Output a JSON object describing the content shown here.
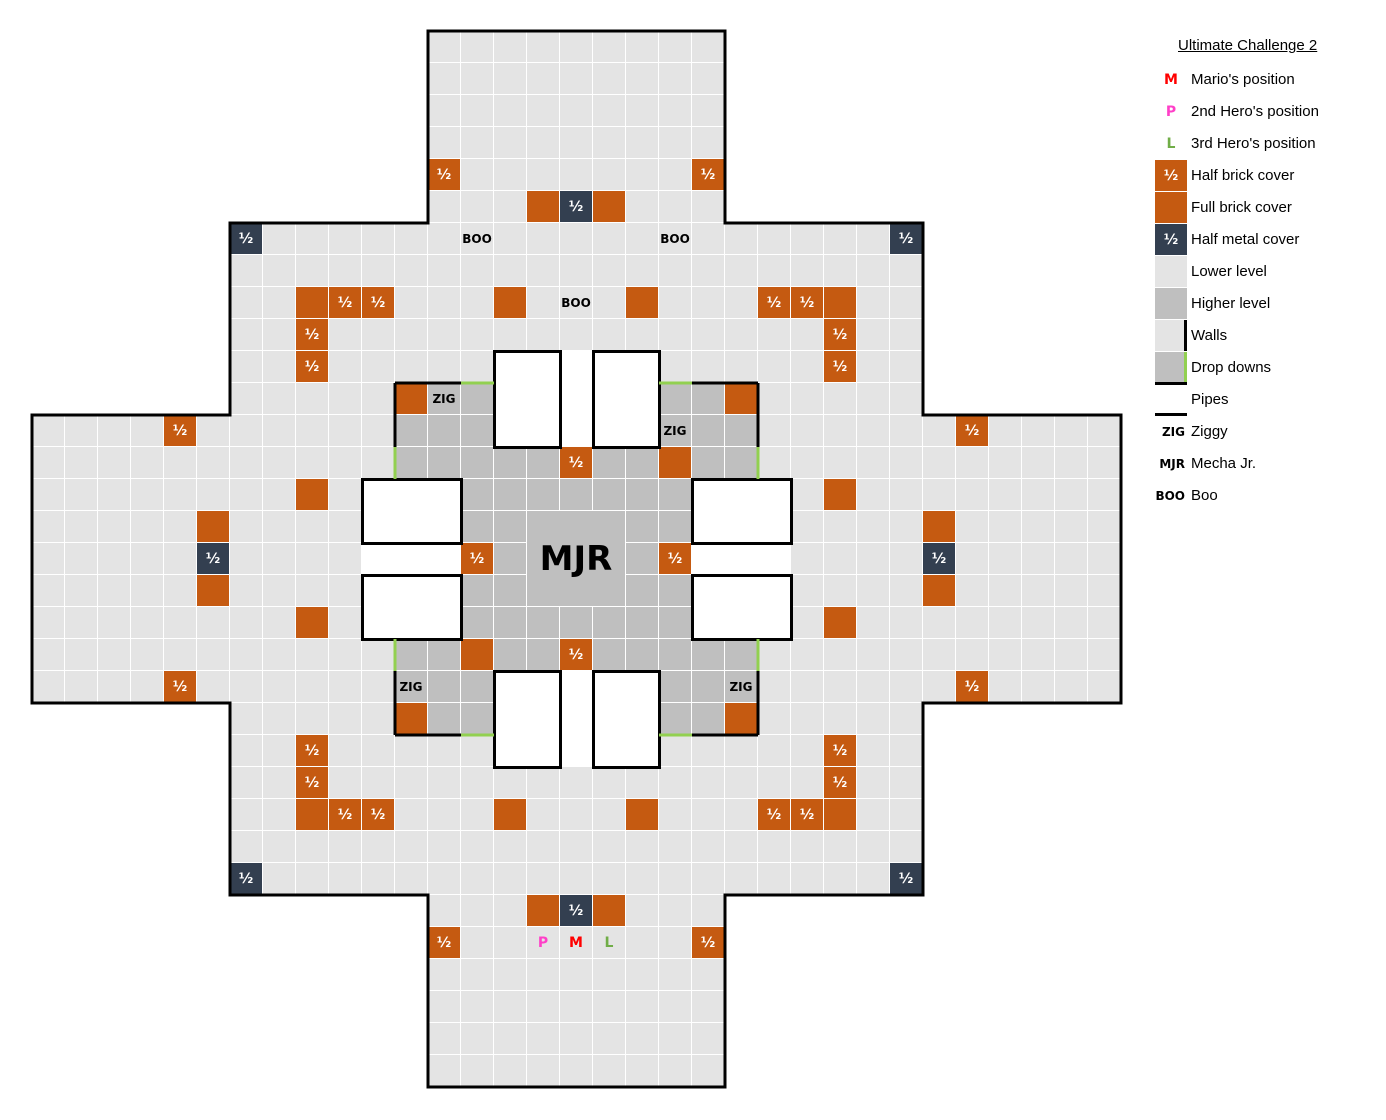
{
  "legend": {
    "title": "Ultimate Challenge 2",
    "items": [
      {
        "symbol": "M",
        "label": "Mario's position",
        "kind": "mario"
      },
      {
        "symbol": "P",
        "label": "2nd Hero's position",
        "kind": "hero2"
      },
      {
        "symbol": "L",
        "label": "3rd Hero's position",
        "kind": "hero3"
      },
      {
        "symbol": "½",
        "label": "Half brick cover",
        "kind": "half_brick"
      },
      {
        "symbol": "",
        "label": "Full brick cover",
        "kind": "full_brick"
      },
      {
        "symbol": "½",
        "label": "Half metal cover",
        "kind": "half_metal"
      },
      {
        "symbol": "",
        "label": "Lower level",
        "kind": "lower"
      },
      {
        "symbol": "",
        "label": "Higher level",
        "kind": "higher"
      },
      {
        "symbol": "",
        "label": "Walls",
        "kind": "wall"
      },
      {
        "symbol": "",
        "label": "Drop downs",
        "kind": "dropdown"
      },
      {
        "symbol": "",
        "label": "Pipes",
        "kind": "pipe"
      },
      {
        "symbol": "ZIG",
        "label": "Ziggy",
        "kind": "text"
      },
      {
        "symbol": "MJR",
        "label": "Mecha Jr.",
        "kind": "text"
      },
      {
        "symbol": "BOO",
        "label": "Boo",
        "kind": "text"
      }
    ]
  },
  "colors": {
    "lower": "#e4e4e4",
    "higher": "#bfbfbf",
    "brick": "#c55a11",
    "metal": "#333f50",
    "wall": "#000000",
    "dropdown": "#92d050",
    "mario": "#ff0000",
    "hero2": "#ff3fc8",
    "hero3": "#70ad47"
  },
  "map": {
    "grid_size": 33,
    "boss": {
      "label": "MJR",
      "r": 15,
      "c": 15,
      "span": 3
    },
    "higher_region": {
      "r0": 11,
      "r1": 21,
      "c0": 11,
      "c1": 21
    },
    "tiles": [
      {
        "r": 4,
        "c": 12,
        "t": "half_brick",
        "label": "½"
      },
      {
        "r": 4,
        "c": 20,
        "t": "half_brick",
        "label": "½"
      },
      {
        "r": 8,
        "c": 9,
        "t": "half_brick",
        "label": "½"
      },
      {
        "r": 8,
        "c": 10,
        "t": "half_brick",
        "label": "½"
      },
      {
        "r": 8,
        "c": 22,
        "t": "half_brick",
        "label": "½"
      },
      {
        "r": 8,
        "c": 23,
        "t": "half_brick",
        "label": "½"
      },
      {
        "r": 9,
        "c": 8,
        "t": "half_brick",
        "label": "½"
      },
      {
        "r": 9,
        "c": 24,
        "t": "half_brick",
        "label": "½"
      },
      {
        "r": 10,
        "c": 8,
        "t": "half_brick",
        "label": "½"
      },
      {
        "r": 10,
        "c": 24,
        "t": "half_brick",
        "label": "½"
      },
      {
        "r": 12,
        "c": 4,
        "t": "half_brick",
        "label": "½"
      },
      {
        "r": 12,
        "c": 28,
        "t": "half_brick",
        "label": "½"
      },
      {
        "r": 13,
        "c": 16,
        "t": "half_brick",
        "label": "½"
      },
      {
        "r": 16,
        "c": 13,
        "t": "half_brick",
        "label": "½"
      },
      {
        "r": 16,
        "c": 19,
        "t": "half_brick",
        "label": "½"
      },
      {
        "r": 19,
        "c": 16,
        "t": "half_brick",
        "label": "½"
      },
      {
        "r": 20,
        "c": 4,
        "t": "half_brick",
        "label": "½"
      },
      {
        "r": 20,
        "c": 28,
        "t": "half_brick",
        "label": "½"
      },
      {
        "r": 22,
        "c": 8,
        "t": "half_brick",
        "label": "½"
      },
      {
        "r": 22,
        "c": 24,
        "t": "half_brick",
        "label": "½"
      },
      {
        "r": 23,
        "c": 8,
        "t": "half_brick",
        "label": "½"
      },
      {
        "r": 23,
        "c": 24,
        "t": "half_brick",
        "label": "½"
      },
      {
        "r": 24,
        "c": 9,
        "t": "half_brick",
        "label": "½"
      },
      {
        "r": 24,
        "c": 10,
        "t": "half_brick",
        "label": "½"
      },
      {
        "r": 24,
        "c": 22,
        "t": "half_brick",
        "label": "½"
      },
      {
        "r": 24,
        "c": 23,
        "t": "half_brick",
        "label": "½"
      },
      {
        "r": 28,
        "c": 12,
        "t": "half_brick",
        "label": "½"
      },
      {
        "r": 28,
        "c": 20,
        "t": "half_brick",
        "label": "½"
      },
      {
        "r": 5,
        "c": 15,
        "t": "full_brick",
        "label": ""
      },
      {
        "r": 5,
        "c": 17,
        "t": "full_brick",
        "label": ""
      },
      {
        "r": 8,
        "c": 8,
        "t": "full_brick",
        "label": ""
      },
      {
        "r": 8,
        "c": 14,
        "t": "full_brick",
        "label": ""
      },
      {
        "r": 8,
        "c": 18,
        "t": "full_brick",
        "label": ""
      },
      {
        "r": 8,
        "c": 24,
        "t": "full_brick",
        "label": ""
      },
      {
        "r": 11,
        "c": 11,
        "t": "full_brick",
        "label": ""
      },
      {
        "r": 11,
        "c": 21,
        "t": "full_brick",
        "label": ""
      },
      {
        "r": 13,
        "c": 19,
        "t": "full_brick",
        "label": ""
      },
      {
        "r": 14,
        "c": 8,
        "t": "full_brick",
        "label": ""
      },
      {
        "r": 14,
        "c": 24,
        "t": "full_brick",
        "label": ""
      },
      {
        "r": 15,
        "c": 5,
        "t": "full_brick",
        "label": ""
      },
      {
        "r": 15,
        "c": 27,
        "t": "full_brick",
        "label": ""
      },
      {
        "r": 17,
        "c": 5,
        "t": "full_brick",
        "label": ""
      },
      {
        "r": 17,
        "c": 27,
        "t": "full_brick",
        "label": ""
      },
      {
        "r": 18,
        "c": 8,
        "t": "full_brick",
        "label": ""
      },
      {
        "r": 18,
        "c": 24,
        "t": "full_brick",
        "label": ""
      },
      {
        "r": 19,
        "c": 13,
        "t": "full_brick",
        "label": ""
      },
      {
        "r": 21,
        "c": 11,
        "t": "full_brick",
        "label": ""
      },
      {
        "r": 21,
        "c": 21,
        "t": "full_brick",
        "label": ""
      },
      {
        "r": 24,
        "c": 8,
        "t": "full_brick",
        "label": ""
      },
      {
        "r": 24,
        "c": 14,
        "t": "full_brick",
        "label": ""
      },
      {
        "r": 24,
        "c": 18,
        "t": "full_brick",
        "label": ""
      },
      {
        "r": 24,
        "c": 24,
        "t": "full_brick",
        "label": ""
      },
      {
        "r": 27,
        "c": 15,
        "t": "full_brick",
        "label": ""
      },
      {
        "r": 27,
        "c": 17,
        "t": "full_brick",
        "label": ""
      },
      {
        "r": 5,
        "c": 16,
        "t": "half_metal",
        "label": "½"
      },
      {
        "r": 6,
        "c": 6,
        "t": "half_metal",
        "label": "½"
      },
      {
        "r": 6,
        "c": 26,
        "t": "half_metal",
        "label": "½"
      },
      {
        "r": 16,
        "c": 5,
        "t": "half_metal",
        "label": "½"
      },
      {
        "r": 16,
        "c": 27,
        "t": "half_metal",
        "label": "½"
      },
      {
        "r": 26,
        "c": 6,
        "t": "half_metal",
        "label": "½"
      },
      {
        "r": 26,
        "c": 26,
        "t": "half_metal",
        "label": "½"
      },
      {
        "r": 27,
        "c": 16,
        "t": "half_metal",
        "label": "½"
      },
      {
        "r": 6,
        "c": 13,
        "t": "boo",
        "label": "BOO"
      },
      {
        "r": 6,
        "c": 19,
        "t": "boo",
        "label": "BOO"
      },
      {
        "r": 8,
        "c": 16,
        "t": "boo",
        "label": "BOO"
      },
      {
        "r": 11,
        "c": 12,
        "t": "ziggy",
        "label": "ZIG"
      },
      {
        "r": 12,
        "c": 19,
        "t": "ziggy",
        "label": "ZIG"
      },
      {
        "r": 20,
        "c": 11,
        "t": "ziggy",
        "label": "ZIG"
      },
      {
        "r": 20,
        "c": 21,
        "t": "ziggy",
        "label": "ZIG"
      },
      {
        "r": 28,
        "c": 15,
        "t": "hero2",
        "label": "P"
      },
      {
        "r": 28,
        "c": 16,
        "t": "mario",
        "label": "M"
      },
      {
        "r": 28,
        "c": 17,
        "t": "hero3",
        "label": "L"
      }
    ],
    "pipes": [
      {
        "r": 10,
        "c": 14,
        "h": 3,
        "w": 2
      },
      {
        "r": 10,
        "c": 17,
        "h": 3,
        "w": 2
      },
      {
        "r": 20,
        "c": 14,
        "h": 3,
        "w": 2
      },
      {
        "r": 20,
        "c": 17,
        "h": 3,
        "w": 2
      },
      {
        "r": 14,
        "c": 10,
        "h": 2,
        "w": 3
      },
      {
        "r": 17,
        "c": 10,
        "h": 2,
        "w": 3
      },
      {
        "r": 14,
        "c": 20,
        "h": 2,
        "w": 3
      },
      {
        "r": 17,
        "c": 20,
        "h": 2,
        "w": 3
      }
    ],
    "pipe_gaps": [
      {
        "r": 10,
        "c": 16,
        "h": 3,
        "w": 1
      },
      {
        "r": 20,
        "c": 16,
        "h": 3,
        "w": 1
      },
      {
        "r": 16,
        "c": 10,
        "h": 1,
        "w": 3
      },
      {
        "r": 16,
        "c": 20,
        "h": 1,
        "w": 3
      }
    ]
  }
}
